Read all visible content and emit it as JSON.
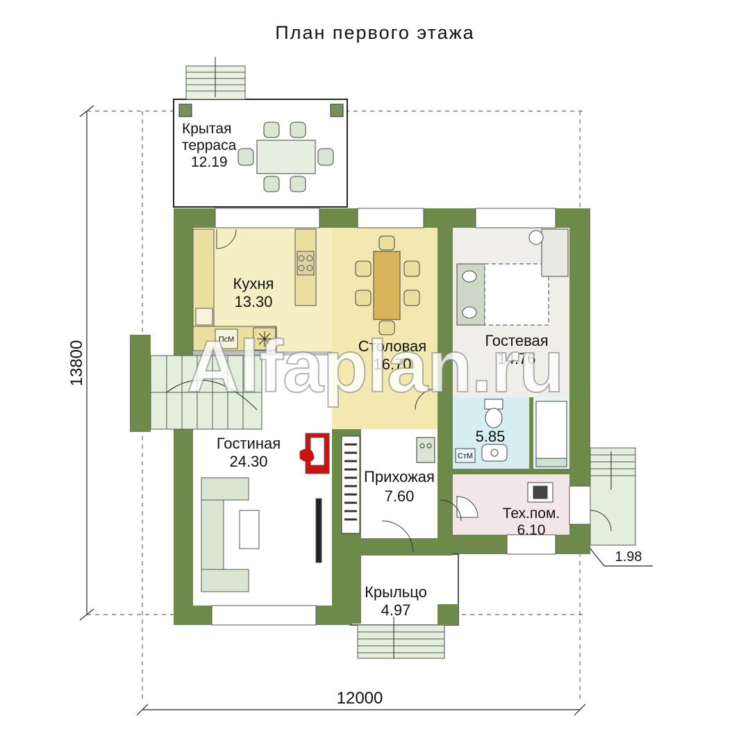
{
  "title": "План первого этажа",
  "watermark": "Alfaplan.ru",
  "dimensions": {
    "height": "13800",
    "width": "12000",
    "porch_side": "1.98"
  },
  "rooms": [
    {
      "id": "terrace",
      "name_lines": [
        "Крытая",
        "терраса"
      ],
      "area": "12.19"
    },
    {
      "id": "kitchen",
      "name_lines": [
        "Кухня"
      ],
      "area": "13.30"
    },
    {
      "id": "dining",
      "name_lines": [
        "Столовая"
      ],
      "area": "16.70"
    },
    {
      "id": "guest",
      "name_lines": [
        "Гостевая"
      ],
      "area": "14.76"
    },
    {
      "id": "bath",
      "name_lines": [],
      "area": "5.85"
    },
    {
      "id": "living",
      "name_lines": [
        "Гостиная"
      ],
      "area": "24.30"
    },
    {
      "id": "hall",
      "name_lines": [
        "Прихожая"
      ],
      "area": "7.60"
    },
    {
      "id": "tech",
      "name_lines": [
        "Тех.пом."
      ],
      "area": "6.10"
    },
    {
      "id": "porch",
      "name_lines": [
        "Крыльцо"
      ],
      "area": "4.97"
    }
  ],
  "appliance_labels": {
    "dishwasher": "ПсМ",
    "washer": "СтМ"
  },
  "colors": {
    "wall": "#6e8a4a",
    "wall_inner": "#8aa36a",
    "kitchen_floor": "#f6efc4",
    "dining_floor": "#f3e8b0",
    "guest_floor": "#efeeea",
    "bath_floor": "#d6eef2",
    "tech_floor": "#f3e6ea",
    "stair": "#e2efdc",
    "furniture": "#d9e6d1",
    "table": "#d9b45a",
    "fireplace": "#cc1111"
  }
}
